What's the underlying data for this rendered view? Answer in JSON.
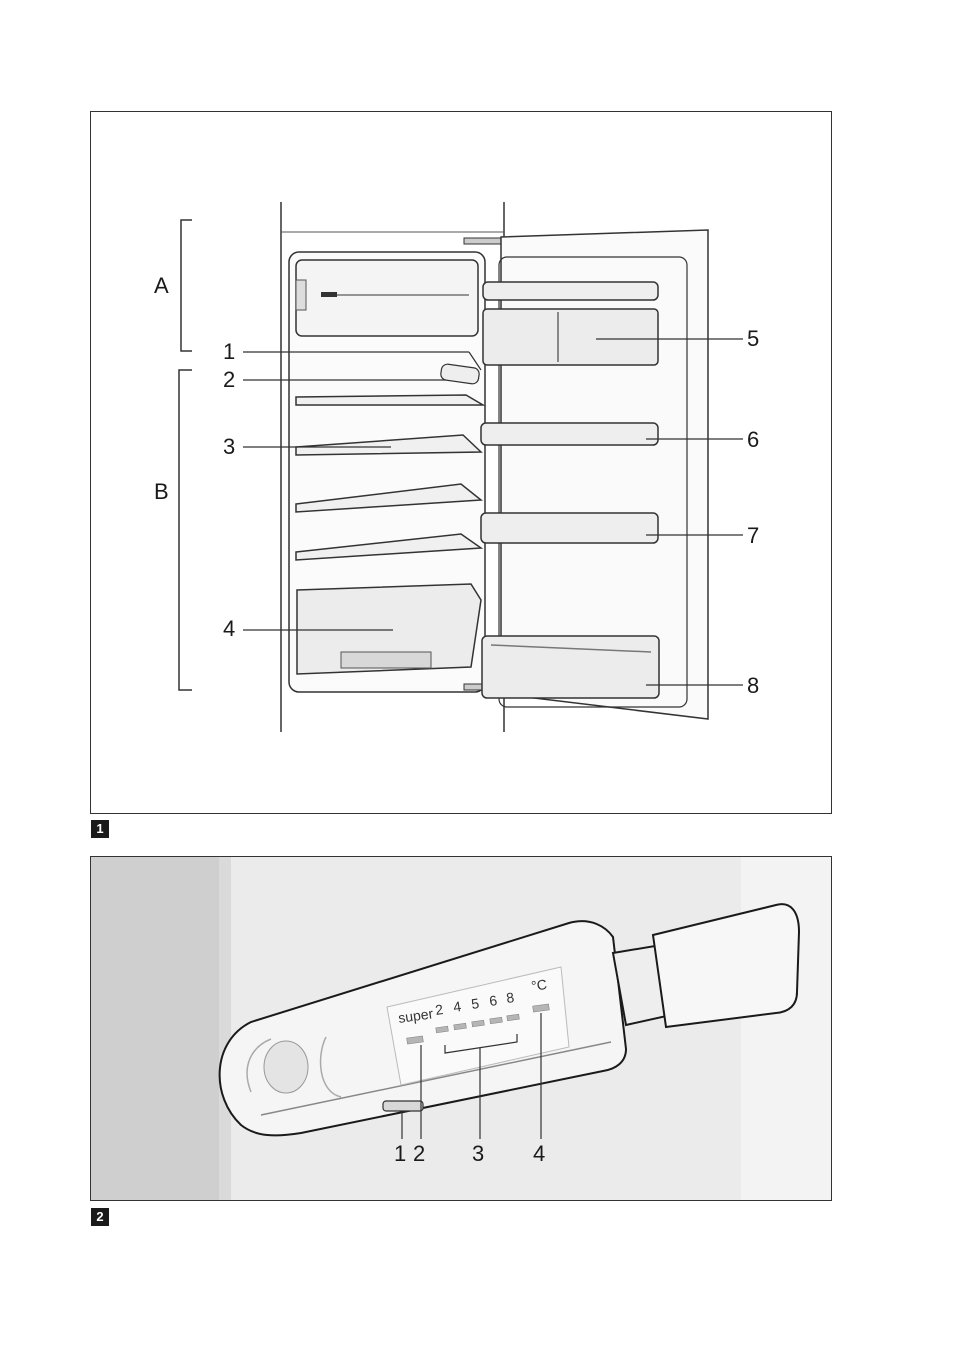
{
  "figure1": {
    "badge": "1",
    "zone_labels": {
      "a": "A",
      "b": "B"
    },
    "callouts": [
      "1",
      "2",
      "3",
      "4",
      "5",
      "6",
      "7",
      "8"
    ]
  },
  "figure2": {
    "badge": "2",
    "display": {
      "super": "super",
      "levels": [
        "2",
        "4",
        "5",
        "6",
        "8"
      ],
      "unit": "°C"
    },
    "callouts": [
      "1",
      "2",
      "3",
      "4"
    ]
  },
  "colors": {
    "line": "#1a1a1a",
    "panel_gray": "#e6e6e6",
    "sidewall": "#cfcfcf"
  }
}
